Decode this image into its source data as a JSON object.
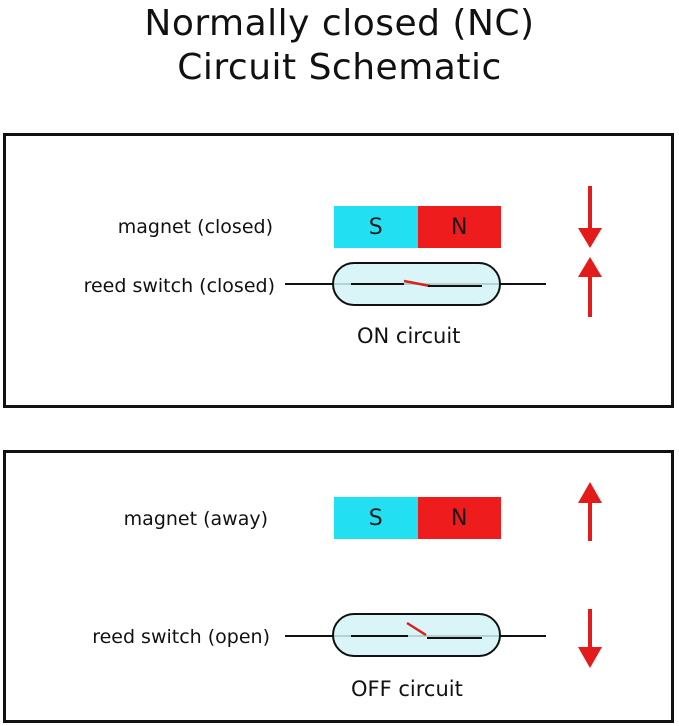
{
  "title": {
    "line1": "Normally closed (NC)",
    "line2": "Circuit Schematic"
  },
  "panels": [
    {
      "magnet_label": "magnet (closed)",
      "switch_label": "reed switch (closed)",
      "pole_s": "S",
      "pole_n": "N",
      "caption": "ON circuit",
      "magnet_arrow": "down",
      "switch_arrow": "up",
      "contact_state": "closed"
    },
    {
      "magnet_label": "magnet (away)",
      "switch_label": "reed switch (open)",
      "pole_s": "S",
      "pole_n": "N",
      "caption": "OFF circuit",
      "magnet_arrow": "up",
      "switch_arrow": "down",
      "contact_state": "open"
    }
  ],
  "colors": {
    "pole_s": "#22e0f2",
    "pole_n": "#ee1c1c",
    "arrow": "#e31b1b",
    "glass": "#d2f3f7",
    "contact": "#d6241f"
  }
}
